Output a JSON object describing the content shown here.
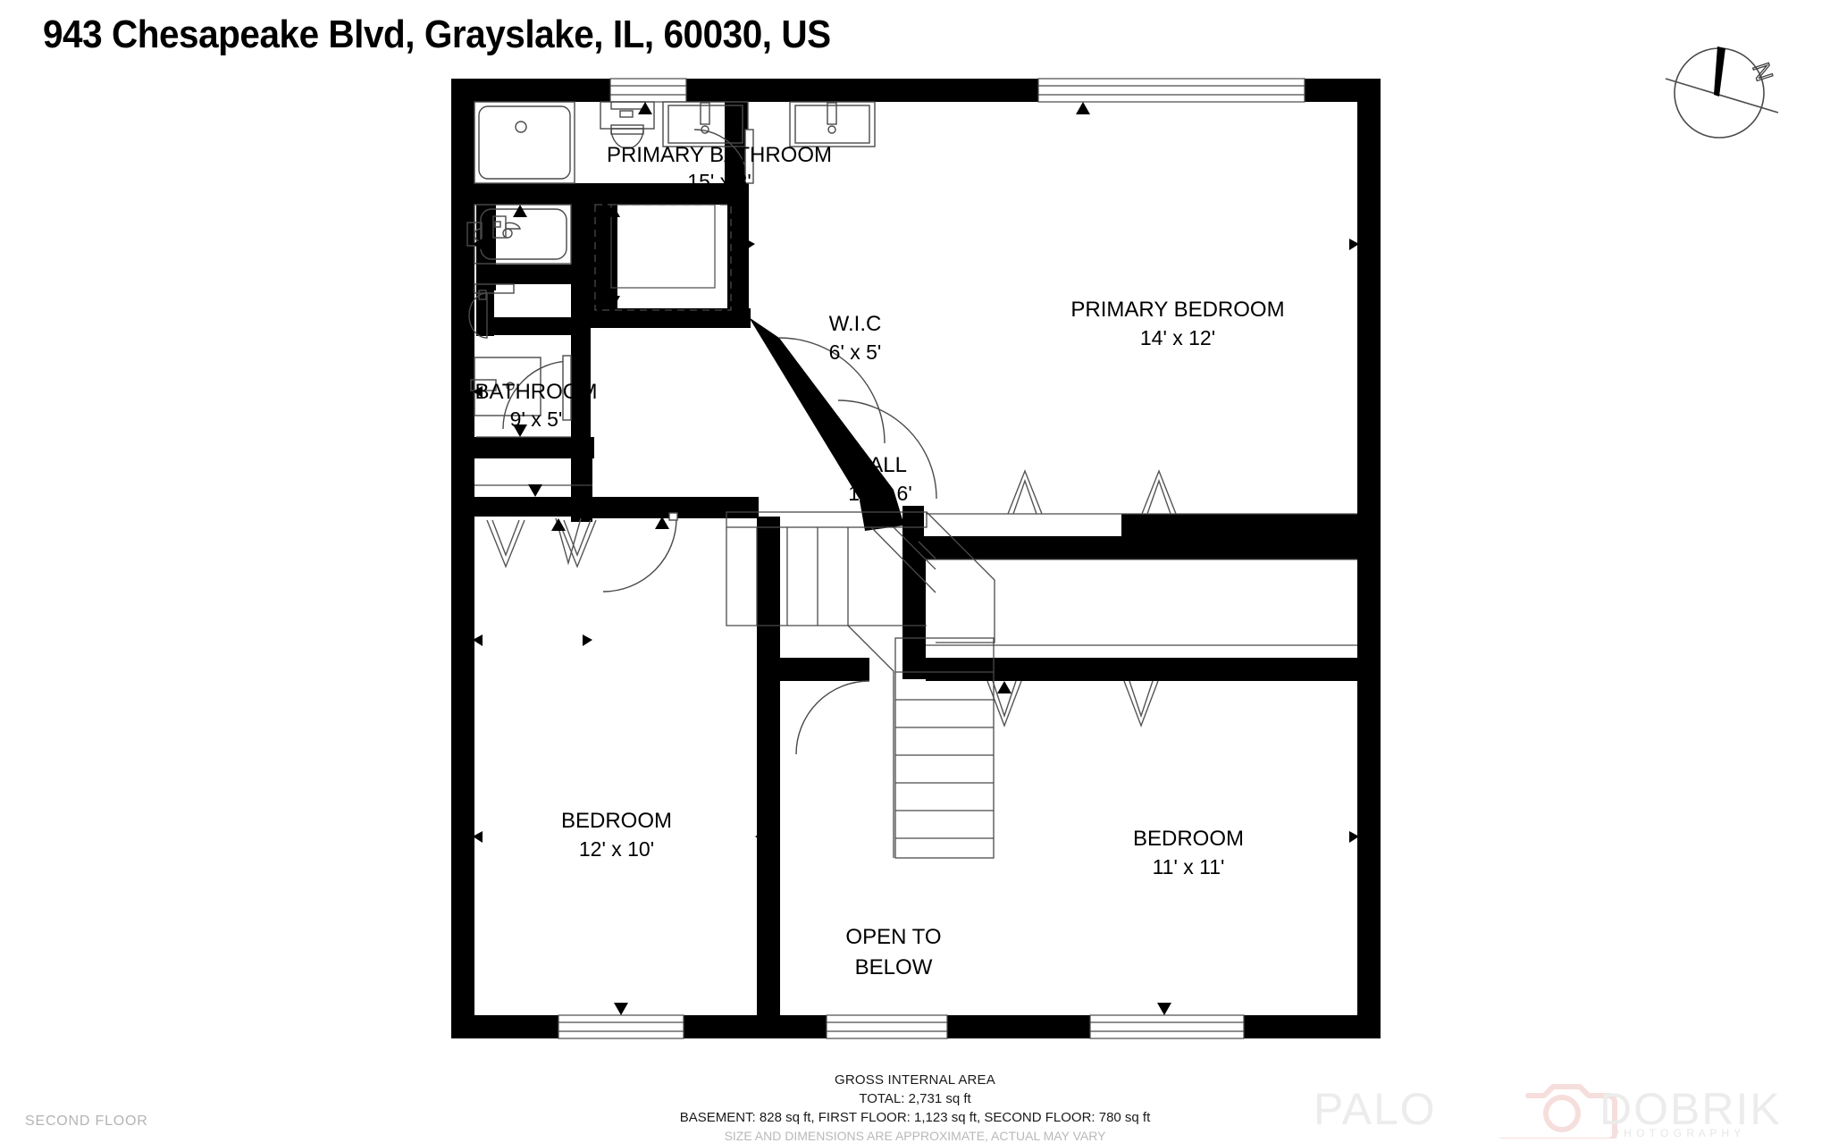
{
  "header": {
    "title": "943 Chesapeake Blvd, Grayslake, IL, 60030, US"
  },
  "compass": {
    "north_label": "N",
    "name": "compass-rose"
  },
  "floor_plan": {
    "floor_label": "SECOND FLOOR",
    "rooms": [
      {
        "id": "primary-bathroom",
        "name": "PRIMARY BATHROOM",
        "dimensions": "15' x 8'"
      },
      {
        "id": "bathroom",
        "name": "BATHROOM",
        "dimensions": "9' x 5'"
      },
      {
        "id": "wic",
        "name": "W.I.C",
        "dimensions": "6' x 5'"
      },
      {
        "id": "primary-bedroom",
        "name": "PRIMARY BEDROOM",
        "dimensions": "14' x 12'"
      },
      {
        "id": "hall",
        "name": "HALL",
        "dimensions": "15' x 6'"
      },
      {
        "id": "bedroom-left",
        "name": "BEDROOM",
        "dimensions": "12' x 10'"
      },
      {
        "id": "bedroom-right",
        "name": "BEDROOM",
        "dimensions": "11' x 11'"
      }
    ],
    "open_to_below": {
      "line1": "OPEN TO",
      "line2": "BELOW"
    }
  },
  "area_summary": {
    "heading": "GROSS INTERNAL AREA",
    "total": "TOTAL: 2,731 sq ft",
    "breakdown": "BASEMENT: 828 sq ft, FIRST FLOOR: 1,123 sq ft, SECOND FLOOR: 780 sq ft",
    "disclaimer": "SIZE AND DIMENSIONS ARE APPROXIMATE, ACTUAL MAY VARY"
  },
  "brand": {
    "word1": "PALO",
    "word2": "DOBRIK",
    "tagline": "P H O T O G R A P H Y",
    "accent_color": "#f6dedd",
    "text_color": "#ebebeb"
  },
  "colors": {
    "wall": "#000000",
    "background": "#ffffff",
    "fixture_stroke": "#4a4a4a",
    "muted_text": "#b4b4b4"
  }
}
